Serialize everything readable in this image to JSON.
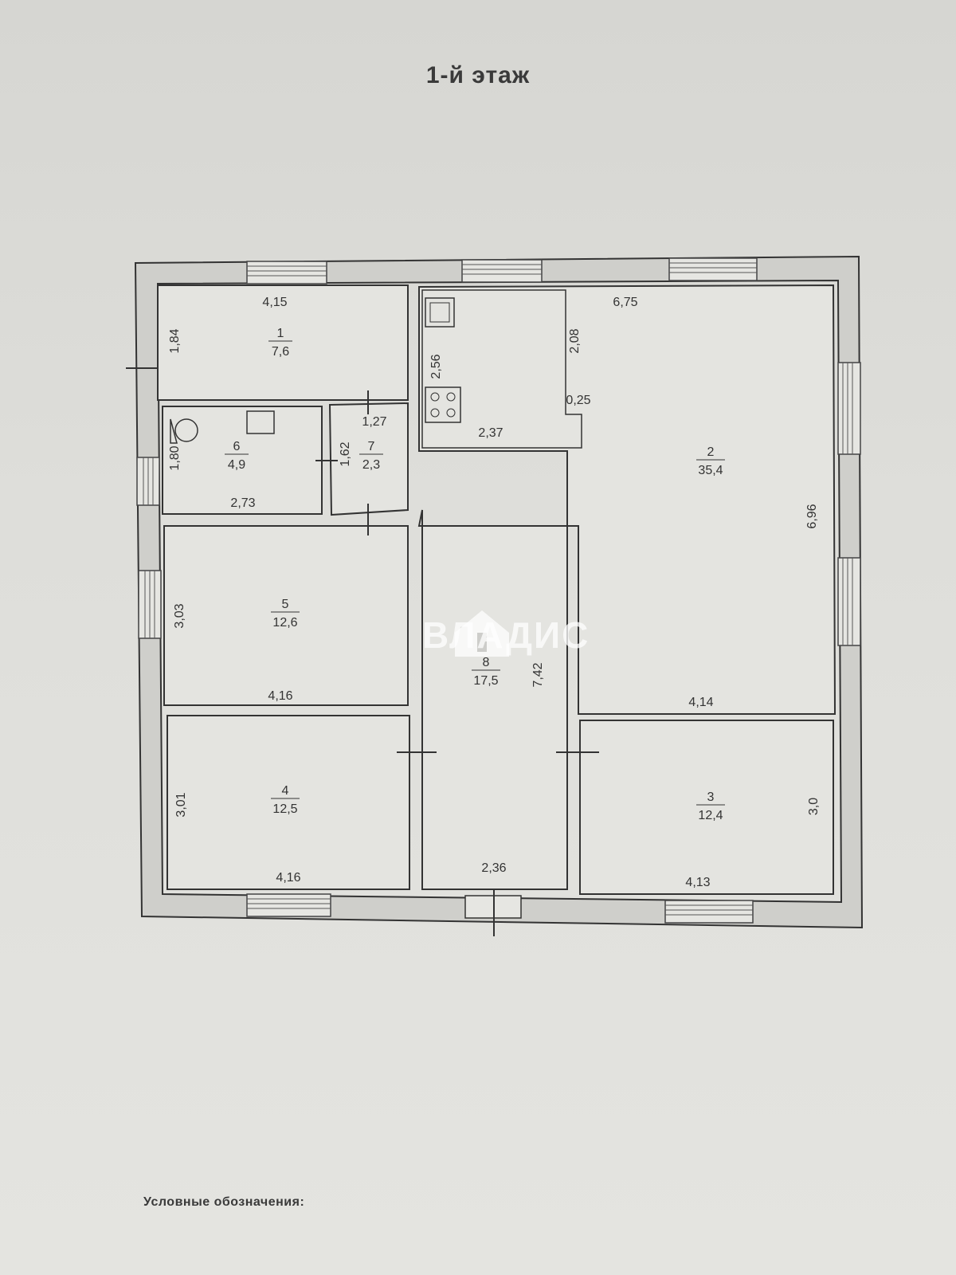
{
  "title": "1-й этаж",
  "legend_label": "Условные обозначения:",
  "watermark": "ВЛАДИС",
  "rooms": [
    {
      "num": "1",
      "area": "7,6"
    },
    {
      "num": "2",
      "area": "35,4"
    },
    {
      "num": "3",
      "area": "12,4"
    },
    {
      "num": "4",
      "area": "12,5"
    },
    {
      "num": "5",
      "area": "12,6"
    },
    {
      "num": "6",
      "area": "4,9"
    },
    {
      "num": "7",
      "area": "2,3"
    },
    {
      "num": "8",
      "area": "17,5"
    }
  ],
  "dimensions": {
    "r1_width": "4,15",
    "r1_height": "1,84",
    "r2_width": "6,75",
    "r2_height": "6,96",
    "kitchen_depth": "2,08",
    "kitchen_height": "2,56",
    "kitchen_width": "2,37",
    "kitchen_gap": "0,25",
    "r7_width": "1,27",
    "r7_height": "1,62",
    "r6_height": "1,80",
    "r6_width": "2,73",
    "r5_height": "3,03",
    "r5_width": "4,16",
    "r8_length": "7,42",
    "r2_bottom": "4,14",
    "r4_height": "3,01",
    "r4_width": "4,16",
    "r8_width": "2,36",
    "r3_width": "4,13",
    "r3_height": "3,0"
  }
}
